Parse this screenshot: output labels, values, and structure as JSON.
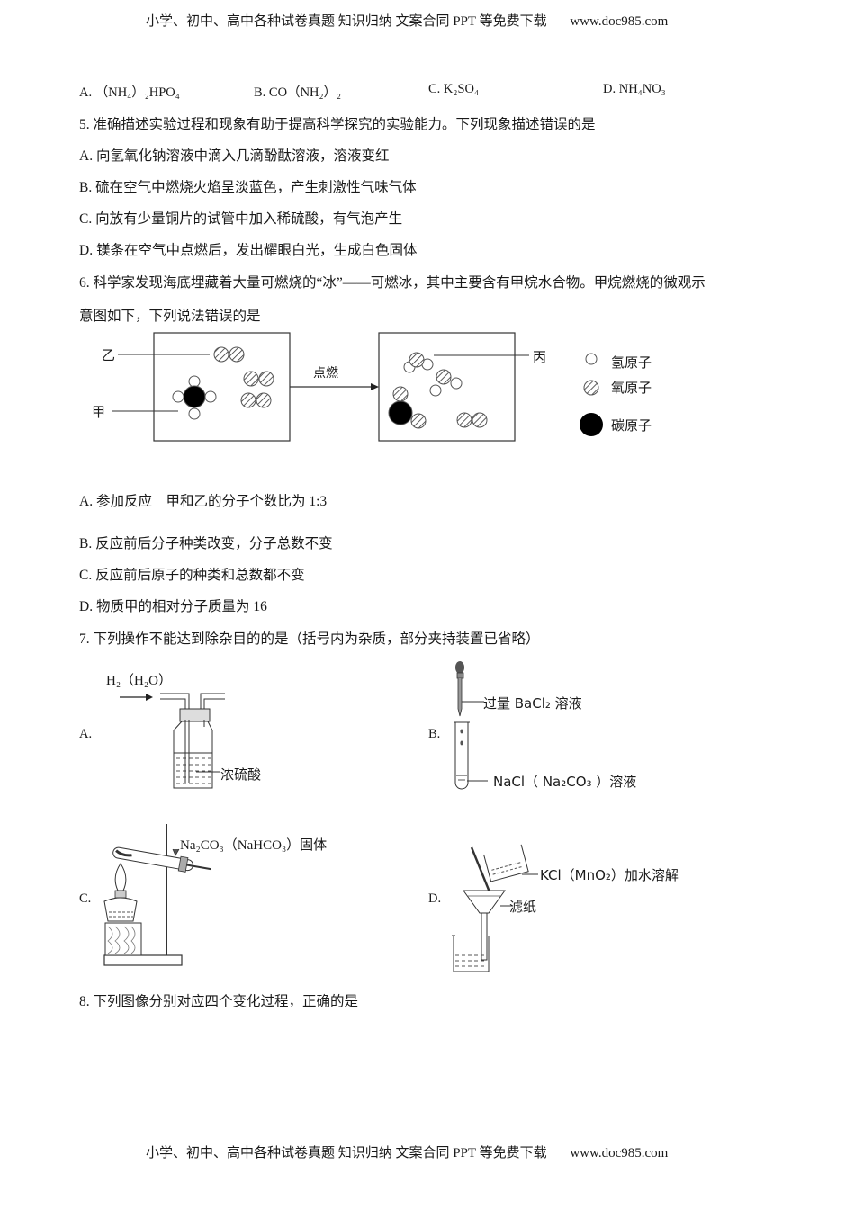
{
  "header": {
    "text": "小学、初中、高中各种试卷真题  知识归纳  文案合同  PPT 等免费下载",
    "url": "www.doc985.com"
  },
  "q4_options": {
    "a": "A. （NH₄）₂HPO₄",
    "b": "B. CO（NH₂）₂",
    "c": "C. K₂SO₄",
    "d": "D. NH₄NO₃"
  },
  "q5": {
    "stem": "5. 准确描述实验过程和现象有助于提高科学探究的实验能力。下列现象描述错误的是",
    "options": [
      "A. 向氢氧化钠溶液中滴入几滴酚酞溶液，溶液变红",
      "B. 硫在空气中燃烧火焰呈淡蓝色，产生刺激性气味气体",
      "C. 向放有少量铜片的试管中加入稀硫酸，有气泡产生",
      "D. 镁条在空气中点燃后，发出耀眼白光，生成白色固体"
    ]
  },
  "q6": {
    "stem_line1": "6. 科学家发现海底埋藏着大量可燃烧的“冰”——可燃冰，其中主要含有甲烷水合物。甲烷燃烧的微观示",
    "stem_line2": "意图如下，下列说法错误的是",
    "diagram": {
      "label_yi": "乙",
      "label_jia": "甲",
      "label_bing": "丙",
      "arrow_label": "点燃",
      "legend": [
        {
          "symbol": "hydrogen-atom",
          "label": "氢原子"
        },
        {
          "symbol": "oxygen-atom",
          "label": "氧原子"
        },
        {
          "symbol": "carbon-atom",
          "label": "碳原子"
        }
      ]
    },
    "options": [
      "A. 参加反应    甲和乙的分子个数比为 1:3",
      "B. 反应前后分子种类改变，分子总数不变",
      "C. 反应前后原子的种类和总数都不变",
      "D. 物质甲的相对分子质量为 16"
    ]
  },
  "q7": {
    "stem": "7. 下列操作不能达到除杂目的的是（括号内为杂质，部分夹持装置已省略）",
    "a": {
      "letter": "A.",
      "gas": "H₂（H₂O）",
      "reagent": "浓硫酸"
    },
    "b": {
      "letter": "B.",
      "reagent": "过量 BaCl₂ 溶液",
      "solution": "NaCl（ Na₂CO₃ ）溶液"
    },
    "c": {
      "letter": "C.",
      "solid": "Na₂CO₃（NaHCO₃）固体"
    },
    "d": {
      "letter": "D.",
      "mixture": "KCl（MnO₂）加水溶解",
      "filter": "滤纸"
    }
  },
  "q8": {
    "stem": "8. 下列图像分别对应四个变化过程，正确的是"
  },
  "footer": {
    "text": "小学、初中、高中各种试卷真题  知识归纳  文案合同  PPT 等免费下载",
    "url": "www.doc985.com"
  }
}
